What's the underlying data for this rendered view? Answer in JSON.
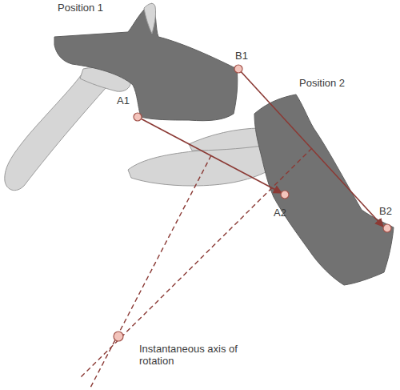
{
  "diagram": {
    "labels": [
      "Position 1",
      "B1",
      "A1",
      "Position 2",
      "A2",
      "B2",
      "Instantaneous axis of rotation"
    ]
  }
}
